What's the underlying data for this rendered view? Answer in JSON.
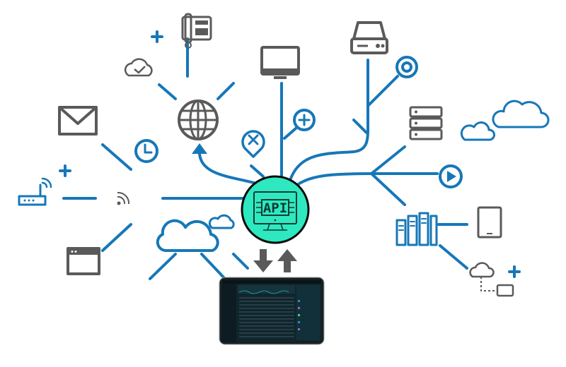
{
  "diagram": {
    "center_label": "API",
    "colors": {
      "connector": "#1677b8",
      "device": "#5a5a5a",
      "api_hub": "#2ee8c0",
      "dashboard_bg": "#10252c"
    },
    "nodes": [
      "telephone",
      "cloud-check",
      "globe",
      "monitor",
      "hard-drive",
      "target",
      "mail",
      "clock",
      "remove-marker",
      "add-circle",
      "server-rack",
      "cloud-pair",
      "router",
      "wifi",
      "play",
      "data-center",
      "browser-window",
      "cloud",
      "mobile-device",
      "cloud-network",
      "dashboard-tablet"
    ]
  }
}
